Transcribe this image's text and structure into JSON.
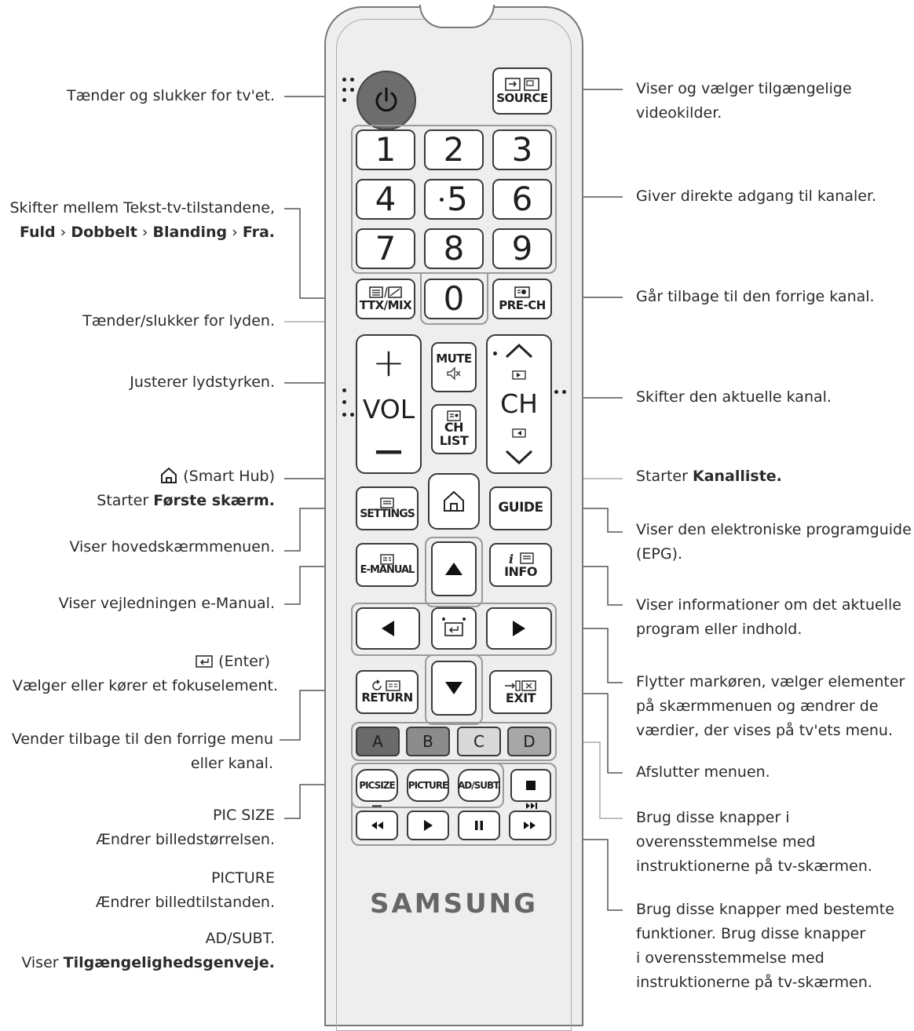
{
  "remote": {
    "buttons": {
      "source": "SOURCE",
      "digits": [
        "1",
        "2",
        "3",
        "4",
        "5",
        "6",
        "7",
        "8",
        "9",
        "0"
      ],
      "ttx_mix": "TTX/MIX",
      "pre_ch": "PRE-CH",
      "mute": "MUTE",
      "vol_plus": "+",
      "vol": "VOL",
      "vol_minus": "—",
      "ch": "CH",
      "ch_list_line1": "CH",
      "ch_list_line2": "LIST",
      "settings": "SETTINGS",
      "guide": "GUIDE",
      "e_manual": "E-MANUAL",
      "info": "INFO",
      "return": "RETURN",
      "exit": "EXIT",
      "color_a": "A",
      "color_b": "B",
      "color_c": "C",
      "color_d": "D",
      "pic_size": "PICSIZE",
      "picture": "PICTURE",
      "ad_subt": "AD/SUBT."
    },
    "brand": "SAMSUNG",
    "colors": {
      "color_a": "#6a6a6a",
      "color_b": "#8c8c8c",
      "color_c": "#d9d9d9",
      "color_d": "#a7a7a7",
      "power": "#6d6d6d"
    }
  },
  "annotations": {
    "power": "Tænder og slukker for tv'et.",
    "teletext_1": "Skifter mellem Tekst-tv-tilstandene,",
    "teletext_2a": "Fuld",
    "teletext_2b": "Dobbelt",
    "teletext_2c": "Blanding",
    "teletext_2d": "Fra.",
    "mute": "Tænder/slukker for lyden.",
    "volume": "Justerer lydstyrken.",
    "smart_hub_1": "(Smart Hub)",
    "smart_hub_2a": "Starter",
    "smart_hub_2b": "Første skærm.",
    "settings": "Viser hovedskærmmenuen.",
    "e_manual": "Viser vejledningen e-Manual.",
    "enter_1": "(Enter)",
    "enter_2": "Vælger eller kører et fokuselement.",
    "return_1": "Vender tilbage til den forrige menu",
    "return_2": "eller kanal.",
    "pic_size_title": "PIC SIZE",
    "pic_size_desc": "Ændrer billedstørrelsen.",
    "picture_title": "PICTURE",
    "picture_desc": "Ændrer billedtilstanden.",
    "ad_subt_title": "AD/SUBT.",
    "ad_subt_desc_a": "Viser",
    "ad_subt_desc_b": "Tilgængelighedsgenveje.",
    "source_1": "Viser og vælger tilgængelige",
    "source_2": "videokilder.",
    "numbers": "Giver direkte adgang til kanaler.",
    "pre_ch": "Går tilbage til den forrige kanal.",
    "channel": "Skifter den aktuelle kanal.",
    "ch_list_a": "Starter",
    "ch_list_b": "Kanalliste.",
    "guide_1": "Viser den elektroniske programguide",
    "guide_2": "(EPG).",
    "info_1": "Viser informationer om det aktuelle",
    "info_2": "program eller indhold.",
    "nav_1": "Flytter markøren, vælger elementer",
    "nav_2": "på skærmmenuen og ændrer de",
    "nav_3": "værdier, der vises på tv'ets menu.",
    "exit": "Afslutter menuen.",
    "color_1": "Brug disse knapper i",
    "color_2": "overensstemmelse med",
    "color_3": "instruktionerne på tv-skærmen.",
    "special_1": "Brug disse knapper med bestemte",
    "special_2": "funktioner. Brug disse knapper",
    "special_3": "i overensstemmelse med",
    "special_4": "instruktionerne på tv-skærmen."
  }
}
